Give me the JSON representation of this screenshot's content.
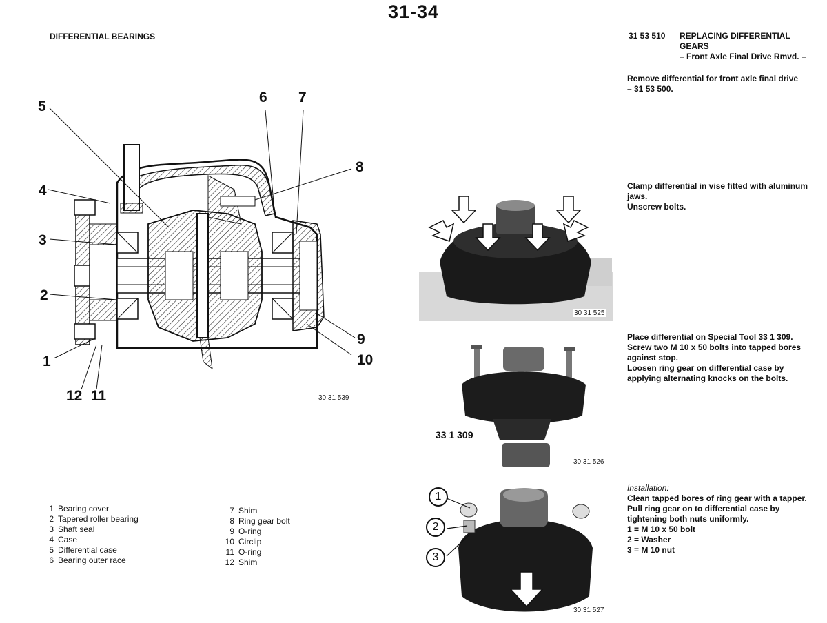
{
  "page": {
    "number": "31-34"
  },
  "left": {
    "section_title": "DIFFERENTIAL BEARINGS",
    "diagram": {
      "code": "30 31 539",
      "callouts": [
        "1",
        "2",
        "3",
        "4",
        "5",
        "6",
        "7",
        "8",
        "9",
        "10",
        "11",
        "12"
      ]
    },
    "legend_left": [
      {
        "num": "1",
        "label": "Bearing cover"
      },
      {
        "num": "2",
        "label": "Tapered roller bearing"
      },
      {
        "num": "3",
        "label": "Shaft seal"
      },
      {
        "num": "4",
        "label": "Case"
      },
      {
        "num": "5",
        "label": "Differential case"
      },
      {
        "num": "6",
        "label": "Bearing outer race"
      }
    ],
    "legend_right": [
      {
        "num": "7",
        "label": "Shim"
      },
      {
        "num": "8",
        "label": "Ring gear bolt"
      },
      {
        "num": "9",
        "label": "O-ring"
      },
      {
        "num": "10",
        "label": "Circlip"
      },
      {
        "num": "11",
        "label": "O-ring"
      },
      {
        "num": "12",
        "label": "Shim"
      }
    ]
  },
  "right": {
    "heading": {
      "code": "31 53 510",
      "title_line1": "REPLACING DIFFERENTIAL",
      "title_line2": "GEARS",
      "subtitle": "– Front Axle Final Drive Rmvd. –"
    },
    "intro_line1": "Remove differential for front axle final drive",
    "intro_line2": "– 31 53 500.",
    "step1": {
      "lines": [
        "Clamp differential in vise fitted with aluminum",
        "jaws.",
        "Unscrew bolts."
      ],
      "photo_code": "30 31 525"
    },
    "step2": {
      "lines": [
        "Place differential on Special Tool 33 1 309.",
        "Screw two M 10 x 50 bolts into tapped bores",
        "against stop.",
        "Loosen ring gear on differential case by",
        "applying alternating knocks on the bolts."
      ],
      "tool_label": "33 1 309",
      "photo_code": "30 31 526"
    },
    "step3": {
      "heading": "Installation:",
      "lines": [
        "Clean tapped bores of ring gear with a tapper.",
        "Pull ring gear on to differential case by",
        "tightening both nuts uniformly.",
        "1 = M 10 x 50 bolt",
        "2 = Washer",
        "3 = M 10 nut"
      ],
      "callouts": [
        "1",
        "2",
        "3"
      ],
      "photo_code": "30 31 527"
    }
  }
}
